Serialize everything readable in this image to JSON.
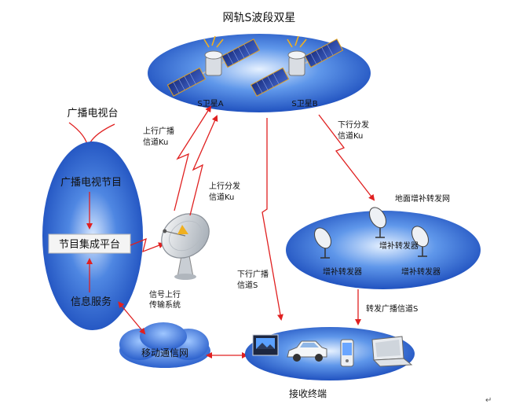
{
  "title": "网轨S波段双星",
  "satellites": [
    {
      "label": "S卫星A"
    },
    {
      "label": "S卫星B"
    }
  ],
  "source": "广播电视台",
  "left_panel": {
    "top_label": "广播电视节目",
    "platform_label": "节目集成平台",
    "bottom_label": "信息服务"
  },
  "uplink_system": {
    "label_line1": "信号上行",
    "label_line2": "传输系统"
  },
  "channels": {
    "uplink_broadcast": {
      "line1": "上行广播",
      "line2": "信道Ku"
    },
    "uplink_distribution": {
      "line1": "上行分发",
      "line2": "信道Ku"
    },
    "downlink_distribution": {
      "line1": "下行分发",
      "line2": "信道Ku"
    },
    "downlink_broadcast": {
      "line1": "下行广播",
      "line2": "信道S"
    },
    "relay_broadcast": {
      "line1": "转发广播信道S"
    }
  },
  "ground_network": {
    "title": "地面增补转发网",
    "repeaters": [
      {
        "label": "增补转发器"
      },
      {
        "label": "增补转发器"
      },
      {
        "label": "增补转发器"
      }
    ]
  },
  "mobile_network": {
    "label": "移动通信网"
  },
  "terminals": {
    "label": "接收终端",
    "devices": [
      {
        "icon": "vehicle-screen-icon"
      },
      {
        "icon": "car-icon"
      },
      {
        "icon": "mobile-phone-icon"
      },
      {
        "icon": "laptop-icon"
      }
    ]
  },
  "colors": {
    "ellipse_dark": "#1646b8",
    "ellipse_light": "#cfe3ff",
    "arrow": "#e02020",
    "text": "#111111"
  },
  "footer_mark": "↵"
}
